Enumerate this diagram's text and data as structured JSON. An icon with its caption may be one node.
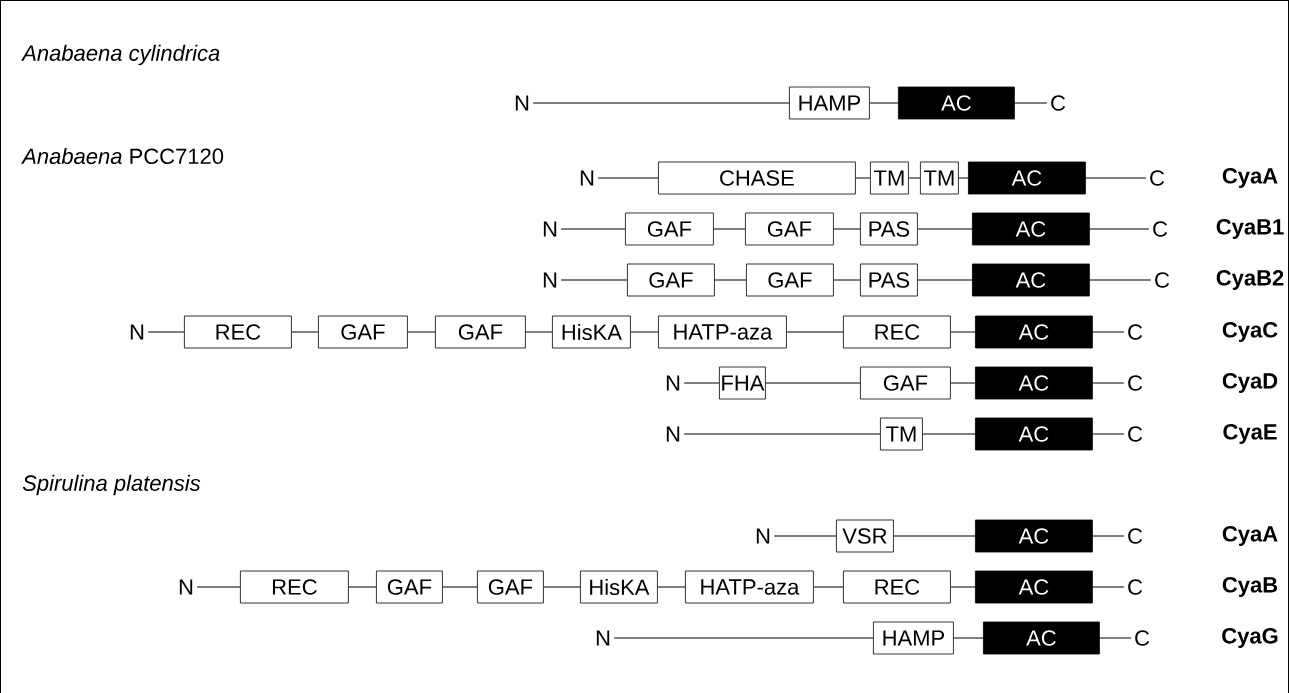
{
  "diagram": {
    "nodes": [
      {
        "text": [
          "N"
        ]
      },
      {
        "text": [
          "HAMP"
        ]
      },
      {
        "text": [
          "AC"
        ]
      },
      {
        "text": [
          "C"
        ]
      },
      {
        "text": [
          "N"
        ]
      },
      {
        "text": [
          "CHASE"
        ]
      },
      {
        "text": [
          "TM"
        ]
      },
      {
        "text": [
          "TM"
        ]
      },
      {
        "text": [
          "AC"
        ]
      },
      {
        "text": [
          "C"
        ]
      },
      {
        "text": [
          "N"
        ]
      },
      {
        "text": [
          "GAF"
        ]
      },
      {
        "text": [
          "GAF"
        ]
      },
      {
        "text": [
          "PAS"
        ]
      },
      {
        "text": [
          "AC"
        ]
      },
      {
        "text": [
          "C"
        ]
      },
      {
        "text": [
          "N"
        ]
      },
      {
        "text": [
          "GAF"
        ]
      },
      {
        "text": [
          "GAF"
        ]
      },
      {
        "text": [
          "PAS"
        ]
      },
      {
        "text": [
          "AC"
        ]
      },
      {
        "text": [
          "C"
        ]
      },
      {
        "text": [
          "N"
        ]
      },
      {
        "text": [
          "REC"
        ]
      },
      {
        "text": [
          "GAF"
        ]
      },
      {
        "text": [
          "GAF"
        ]
      },
      {
        "text": [
          "HisKA"
        ]
      },
      {
        "text": [
          "HATP-aza"
        ]
      },
      {
        "text": [
          "REC"
        ]
      },
      {
        "text": [
          "AC"
        ]
      },
      {
        "text": [
          "C"
        ]
      },
      {
        "text": [
          "N"
        ]
      },
      {
        "text": [
          "FHA"
        ]
      },
      {
        "text": [
          "GAF"
        ]
      },
      {
        "text": [
          "AC"
        ]
      },
      {
        "text": [
          "C"
        ]
      },
      {
        "text": [
          "N"
        ]
      },
      {
        "text": [
          "TM"
        ]
      },
      {
        "text": [
          "AC"
        ]
      },
      {
        "text": [
          "C"
        ]
      },
      {
        "text": [
          "N"
        ]
      },
      {
        "text": [
          "VSR"
        ]
      },
      {
        "text": [
          "AC"
        ]
      },
      {
        "text": [
          "C"
        ]
      },
      {
        "text": [
          "N"
        ]
      },
      {
        "text": [
          "REC"
        ]
      },
      {
        "text": [
          "GAF"
        ]
      },
      {
        "text": [
          "GAF"
        ]
      },
      {
        "text": [
          "HisKA"
        ]
      },
      {
        "text": [
          "HATP-aza"
        ]
      },
      {
        "text": [
          "REC"
        ]
      },
      {
        "text": [
          "AC"
        ]
      },
      {
        "text": [
          "C"
        ]
      },
      {
        "text": [
          "N"
        ]
      },
      {
        "text": [
          "HAMP"
        ]
      },
      {
        "text": [
          "AC"
        ]
      },
      {
        "text": [
          "C"
        ]
      }
    ],
    "edges": [
      {
        "from": 0,
        "to": 1,
        "arrow": "none"
      },
      {
        "from": 1,
        "to": 2,
        "arrow": "none"
      },
      {
        "from": 2,
        "to": 3,
        "arrow": "none"
      },
      {
        "from": 4,
        "to": 5,
        "arrow": "none"
      },
      {
        "from": 5,
        "to": 6,
        "arrow": "none"
      },
      {
        "from": 6,
        "to": 7,
        "arrow": "none"
      },
      {
        "from": 7,
        "to": 8,
        "arrow": "none"
      },
      {
        "from": 8,
        "to": 9,
        "arrow": "none"
      },
      {
        "from": 10,
        "to": 11,
        "arrow": "none"
      },
      {
        "from": 11,
        "to": 12,
        "arrow": "none"
      },
      {
        "from": 12,
        "to": 13,
        "arrow": "none"
      },
      {
        "from": 13,
        "to": 14,
        "arrow": "none"
      },
      {
        "from": 14,
        "to": 15,
        "arrow": "none"
      },
      {
        "from": 16,
        "to": 17,
        "arrow": "none"
      },
      {
        "from": 17,
        "to": 18,
        "arrow": "none"
      },
      {
        "from": 18,
        "to": 19,
        "arrow": "none"
      },
      {
        "from": 19,
        "to": 20,
        "arrow": "none"
      },
      {
        "from": 20,
        "to": 21,
        "arrow": "none"
      },
      {
        "from": 22,
        "to": 23,
        "arrow": "none"
      },
      {
        "from": 23,
        "to": 24,
        "arrow": "none"
      },
      {
        "from": 24,
        "to": 25,
        "arrow": "none"
      },
      {
        "from": 25,
        "to": 26,
        "arrow": "none"
      },
      {
        "from": 26,
        "to": 27,
        "arrow": "none"
      },
      {
        "from": 27,
        "to": 28,
        "arrow": "none"
      },
      {
        "from": 28,
        "to": 29,
        "arrow": "none"
      },
      {
        "from": 29,
        "to": 30,
        "arrow": "none"
      },
      {
        "from": 31,
        "to": 32,
        "arrow": "none"
      },
      {
        "from": 32,
        "to": 33,
        "arrow": "none"
      },
      {
        "from": 33,
        "to": 34,
        "arrow": "none"
      },
      {
        "from": 34,
        "to": 35,
        "arrow": "none"
      },
      {
        "from": 36,
        "to": 37,
        "arrow": "none"
      },
      {
        "from": 37,
        "to": 38,
        "arrow": "none"
      },
      {
        "from": 38,
        "to": 39,
        "arrow": "none"
      },
      {
        "from": 40,
        "to": 41,
        "arrow": "none"
      },
      {
        "from": 41,
        "to": 42,
        "arrow": "none"
      },
      {
        "from": 42,
        "to": 43,
        "arrow": "none"
      },
      {
        "from": 44,
        "to": 45,
        "arrow": "none"
      },
      {
        "from": 45,
        "to": 46,
        "arrow": "none"
      },
      {
        "from": 46,
        "to": 47,
        "arrow": "none"
      },
      {
        "from": 47,
        "to": 48,
        "arrow": "none"
      },
      {
        "from": 48,
        "to": 49,
        "arrow": "none"
      },
      {
        "from": 49,
        "to": 50,
        "arrow": "none"
      },
      {
        "from": 50,
        "to": 51,
        "arrow": "none"
      },
      {
        "from": 51,
        "to": 52,
        "arrow": "none"
      },
      {
        "from": 53,
        "to": 54,
        "arrow": "none"
      },
      {
        "from": 54,
        "to": 55,
        "arrow": "none"
      },
      {
        "from": 55,
        "to": 56,
        "arrow": "none"
      }
    ],
    "labels": [
      "Anabaena cylindrica",
      "*Anabaena* PCC7120",
      "CyaA",
      "CyaB1",
      "CyaB2",
      "CyaC",
      "CyaD",
      "CyaE",
      "Spirulina platensis",
      "CyaA",
      "CyaB",
      "CyaG"
    ]
  }
}
